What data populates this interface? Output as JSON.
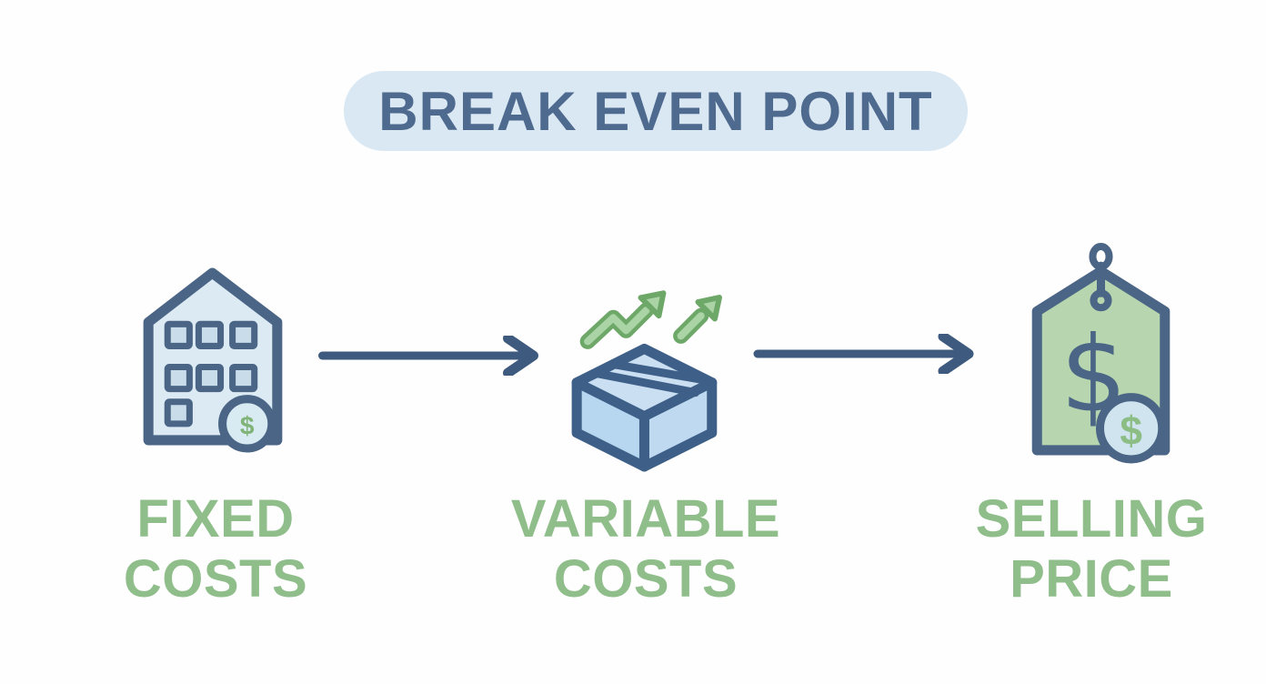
{
  "title": "BREAK EVEN POINT",
  "symbols": {
    "dollar": "$"
  },
  "flow": {
    "items": [
      {
        "id": "fixed-costs",
        "label": "FIXED COSTS",
        "line1": "FIXED",
        "line2": "COSTS",
        "icon": "building-dollar-icon"
      },
      {
        "id": "variable-costs",
        "label": "VARIABLE COSTS",
        "line1": "VARIABLE",
        "line2": "COSTS",
        "icon": "box-trending-up-icon"
      },
      {
        "id": "selling-price",
        "label": "SELLING PRICE",
        "line1": "SELLING",
        "line2": "PRICE",
        "icon": "price-tag-dollar-icon"
      }
    ],
    "connectors": [
      "arrow-right",
      "arrow-right"
    ]
  },
  "colors": {
    "title_text": "#4f6a8f",
    "title_pill_bg": "#d9e8f3",
    "label_green": "#8fbe8b",
    "icon_outline_blue": "#4a6585",
    "arrow_blue": "#3e5a7e",
    "building_fill": "#dceaf3",
    "box_fill": "#b8d5ee",
    "tag_fill": "#b7d5ae",
    "badge_blue_fill": "#cfe4ef",
    "trend_arrow_green_fill": "#aad4a5",
    "trend_arrow_green_stroke": "#6ea869"
  }
}
